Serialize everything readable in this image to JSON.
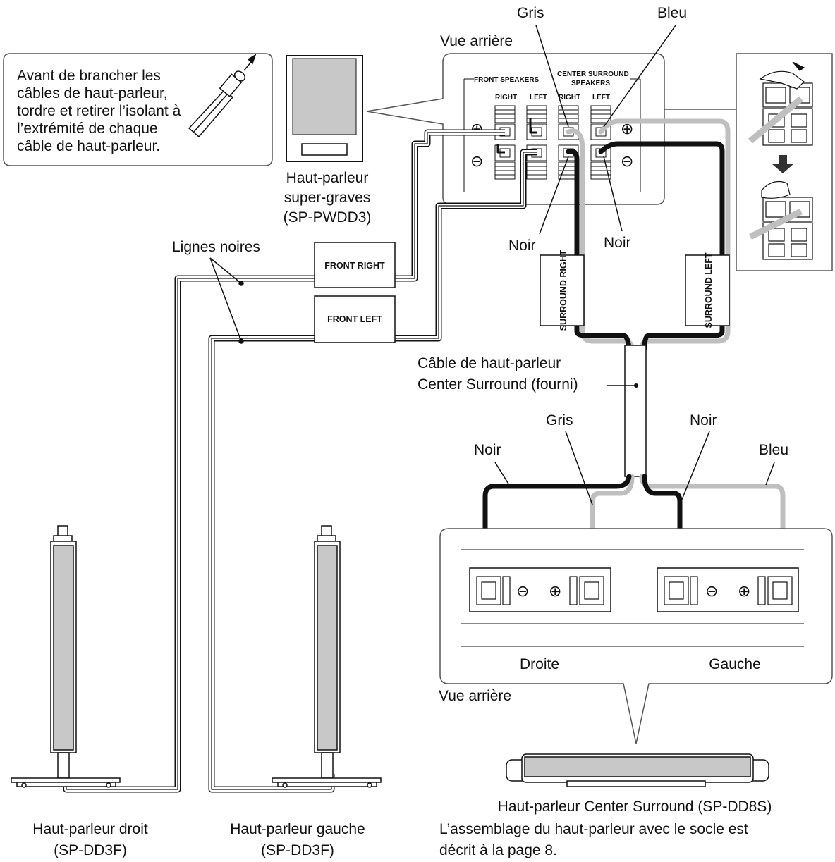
{
  "colors": {
    "black_wire": "#111111",
    "gray_wire": "#bfbfbf",
    "panel_fill": "#ffffff",
    "speaker_fill": "#c8c8c8"
  },
  "top": {
    "gris": "Gris",
    "bleu": "Bleu",
    "vue_arriere": "Vue arrière",
    "noir_left": "Noir",
    "noir_right": "Noir"
  },
  "callout": {
    "lines": [
      "Avant de brancher les",
      "câbles de haut-parleur,",
      "tordre et retirer l’isolant à",
      "l’extrémité de chaque",
      "câble de haut-parleur."
    ]
  },
  "subwoofer": {
    "lines": [
      "Haut-parleur",
      "super-graves",
      "(SP-PWDD3)"
    ]
  },
  "panel": {
    "front_speakers": "FRONT SPEAKERS",
    "center_surround": "CENTER SURROUND",
    "speakers": "SPEAKERS",
    "right1": "RIGHT",
    "left1": "LEFT",
    "right2": "RIGHT",
    "left2": "LEFT",
    "plus": "⊕",
    "minus": "⊖"
  },
  "lignes_noires": "Lignes noires",
  "tags": {
    "front_right": "FRONT RIGHT",
    "front_left": "FRONT LEFT",
    "surround_right": "SURROUND RIGHT",
    "surround_left": "SURROUND LEFT"
  },
  "cable_label": [
    "Câble de haut-parleur",
    "Center Surround (fourni)"
  ],
  "bottom": {
    "gris": "Gris",
    "noir_center": "Noir",
    "noir_left": "Noir",
    "bleu": "Bleu",
    "droite": "Droite",
    "gauche": "Gauche",
    "vue_arriere": "Vue arrière",
    "plus": "⊕",
    "minus": "⊖"
  },
  "center_speaker": "Haut-parleur Center Surround (SP-DD8S)",
  "assembly_note": [
    "L’assemblage du haut-parleur avec le socle est",
    "décrit à la page 8."
  ],
  "right_speaker": [
    "Haut-parleur droit",
    "(SP-DD3F)"
  ],
  "left_speaker": [
    "Haut-parleur gauche",
    "(SP-DD3F)"
  ]
}
